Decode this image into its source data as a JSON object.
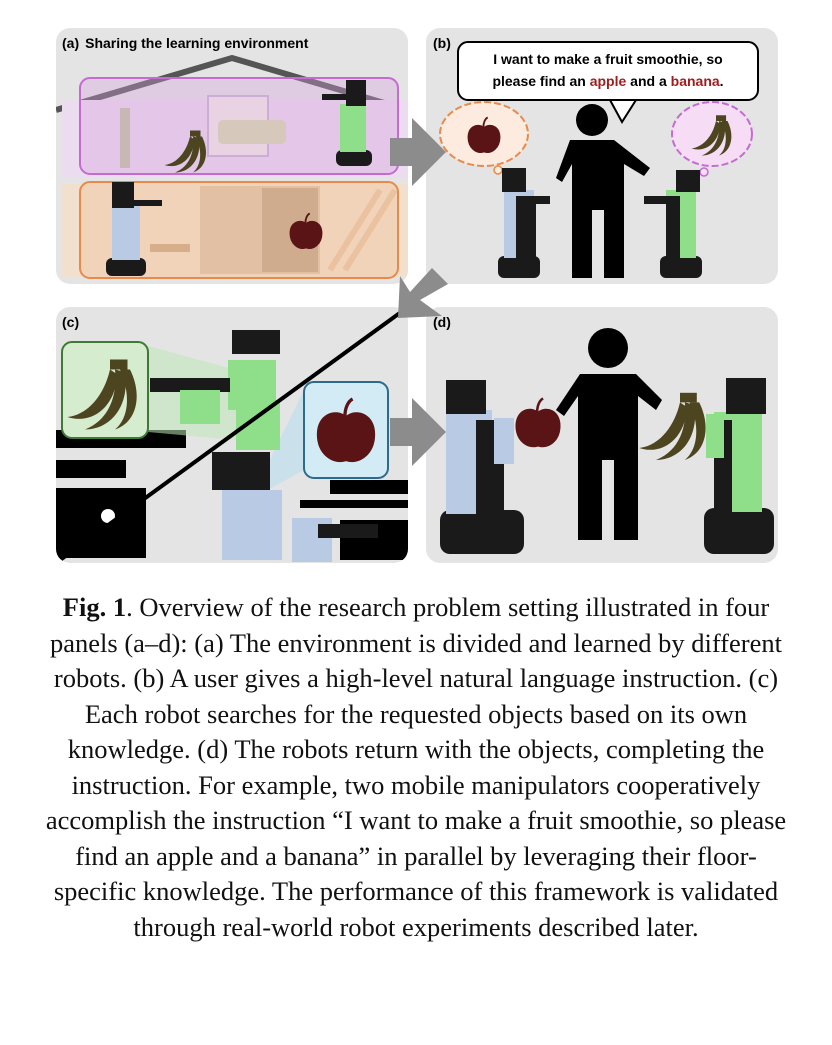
{
  "panels": {
    "a": {
      "label": "(a)",
      "title": "Sharing the learning environment"
    },
    "b": {
      "label": "(b)",
      "speech_line1": "I want to make a fruit smoothie, so",
      "speech_line2_pre": "please find an ",
      "speech_apple": "apple",
      "speech_mid": " and a ",
      "speech_banana": "banana",
      "speech_end": "."
    },
    "c": {
      "label": "(c)"
    },
    "d": {
      "label": "(d)"
    }
  },
  "colors": {
    "panel_bg": "#e4e4e4",
    "upper_floor": "#d79fe0",
    "lower_floor": "#f0b98e",
    "arrow": "#8c8c8c",
    "highlight_red": "#a11d1d",
    "robot_green": "#8fde8a",
    "robot_blue": "#b9cbe4",
    "apple": "#5a1416",
    "banana": "#4d4420"
  },
  "caption": {
    "fig_label": "Fig. 1",
    "text": ".   Overview of the research problem setting illustrated in four panels (a–d): (a) The environment is divided and learned by different robots. (b) A user gives a high-level natural language instruction. (c) Each robot searches for the requested objects based on its own knowledge. (d) The robots return with the objects, completing the instruction. For example, two mobile manipulators cooperatively accomplish the instruction “I want to make a fruit smoothie, so please find an apple and a banana” in parallel by leveraging their floor-specific knowledge. The performance of this framework is validated through real-world robot experiments described later."
  }
}
